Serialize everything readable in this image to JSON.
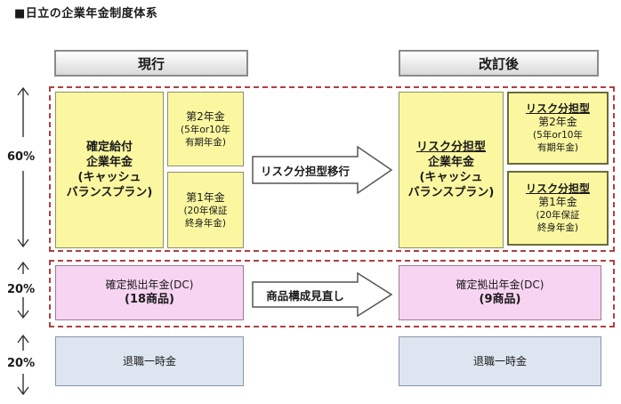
{
  "title": "■日立の企業年金制度体系",
  "headers": {
    "current": "現行",
    "revised": "改訂後"
  },
  "percentages": {
    "top": "60%",
    "middle": "20%",
    "bottom": "20%"
  },
  "current": {
    "main_block": [
      "確定給付",
      "企業年金",
      "(キャッシュ",
      "バランスプラン)"
    ],
    "second_pension": [
      "第2年金",
      "(5年or10年",
      "有期年金)"
    ],
    "first_pension": [
      "第1年金",
      "(20年保証",
      "終身年金)"
    ],
    "dc": {
      "line1": "確定拠出年金(DC)",
      "line2": "(18商品)"
    },
    "lump_sum": "退職一時金"
  },
  "arrows": {
    "top": "リスク分担型移行",
    "middle": "商品構成見直し"
  },
  "revised": {
    "main_block": {
      "title": "リスク分担型",
      "lines": [
        "企業年金",
        "(キャッシュ",
        "バランスプラン)"
      ]
    },
    "second_pension": {
      "title": "リスク分担型",
      "lines": [
        "第2年金",
        "(5年or10年",
        "有期年金)"
      ]
    },
    "first_pension": {
      "title": "リスク分担型",
      "lines": [
        "第1年金",
        "(20年保証",
        "終身年金)"
      ]
    },
    "dc": {
      "line1": "確定拠出年金(DC)",
      "line2": "(9商品)"
    },
    "lump_sum": "退職一時金"
  },
  "colors": {
    "dash": "#b04040",
    "yellow": "#fbf7a0",
    "pink": "#f7d4f1",
    "blue": "#dde5f0"
  }
}
